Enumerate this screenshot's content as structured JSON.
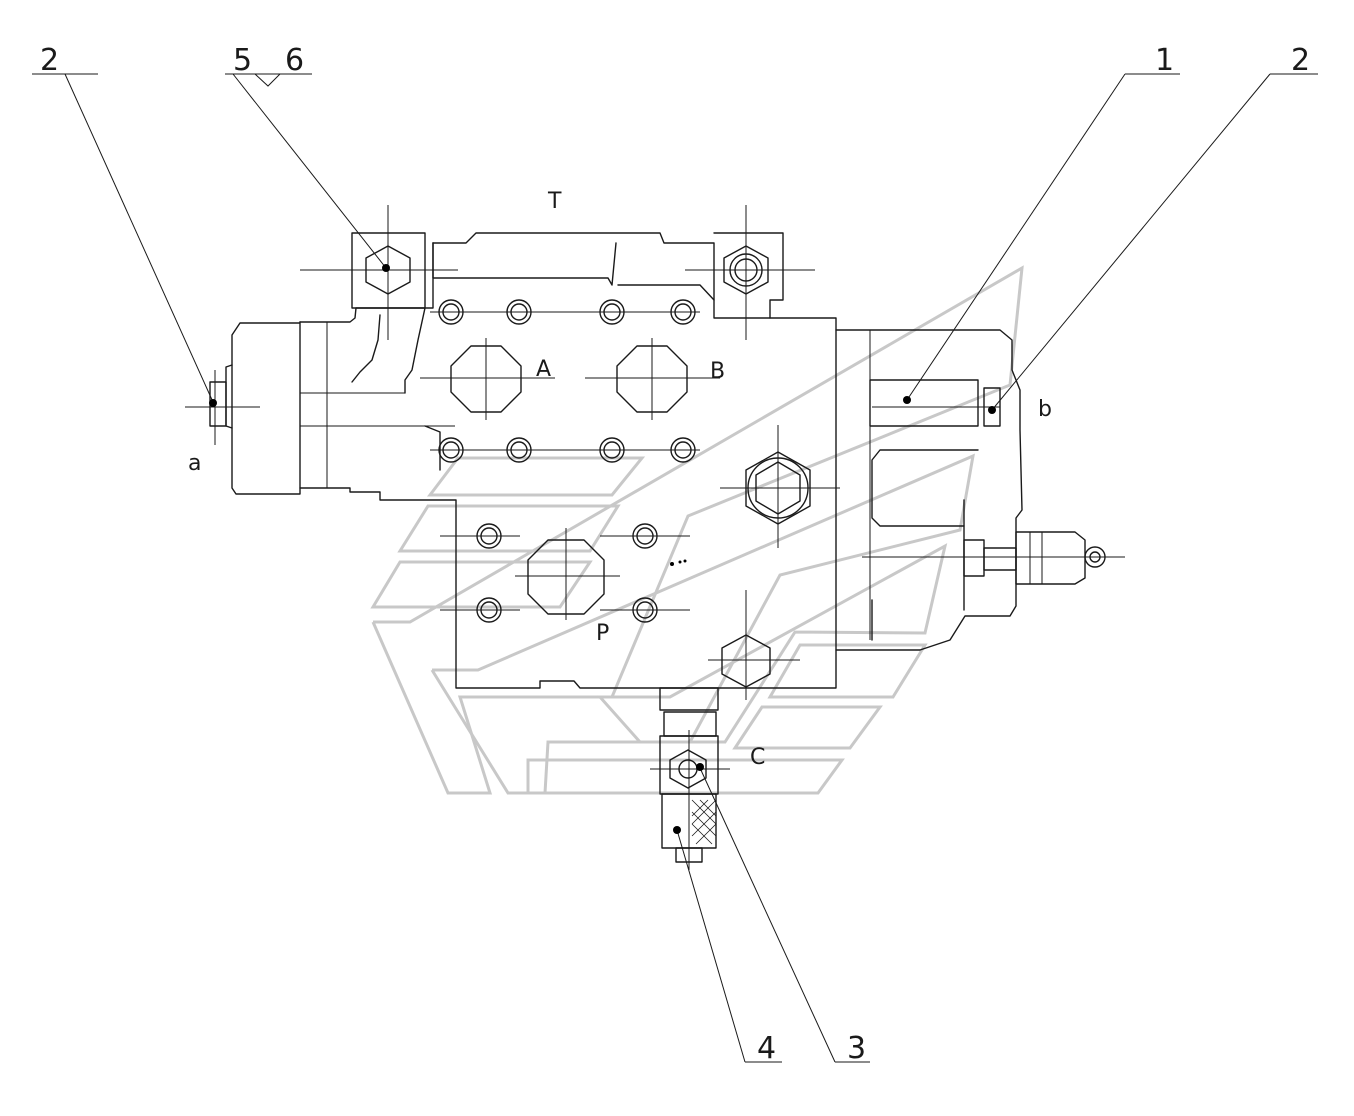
{
  "callouts": {
    "left_2": "2",
    "top_56a": "5",
    "top_56b": "6",
    "right_1": "1",
    "right_2": "2",
    "bottom_4": "4",
    "bottom_3": "3"
  },
  "ports": {
    "T": "T",
    "A": "A",
    "B": "B",
    "P": "P",
    "C": "C",
    "a": "a",
    "b": "b"
  },
  "colors": {
    "line": "#1a1a1a",
    "watermark": "#c8c8c8",
    "background": "#ffffff"
  }
}
